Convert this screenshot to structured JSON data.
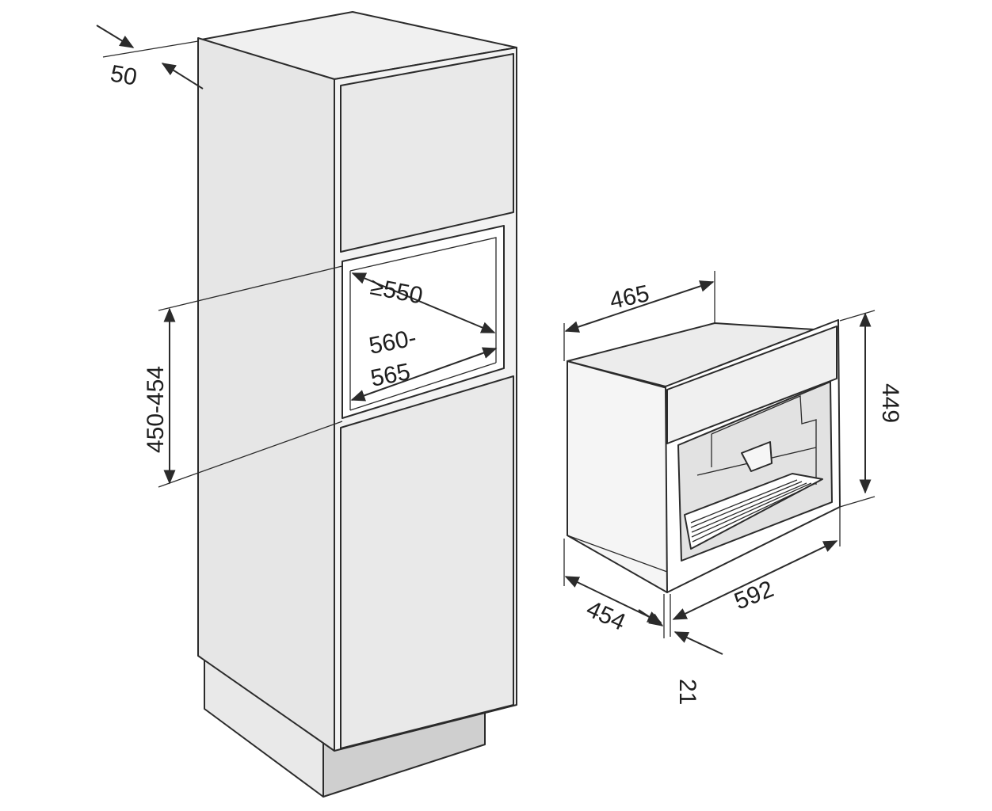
{
  "diagram": {
    "cabinet": {
      "dim_side_gap": "50",
      "dim_niche_height": "450-454",
      "dim_niche_depth": "≥550",
      "dim_niche_width_line1": "560-",
      "dim_niche_width_line2": "565"
    },
    "appliance": {
      "dim_depth_top": "465",
      "dim_height": "449",
      "dim_width": "592",
      "dim_depth_side": "454",
      "dim_front_panel": "21"
    },
    "colors": {
      "line": "#2b2b2b",
      "panel_fill": "#e6e6e6",
      "side_fill": "#f4f4f4",
      "shadow_fill": "#d2d2d2"
    }
  }
}
